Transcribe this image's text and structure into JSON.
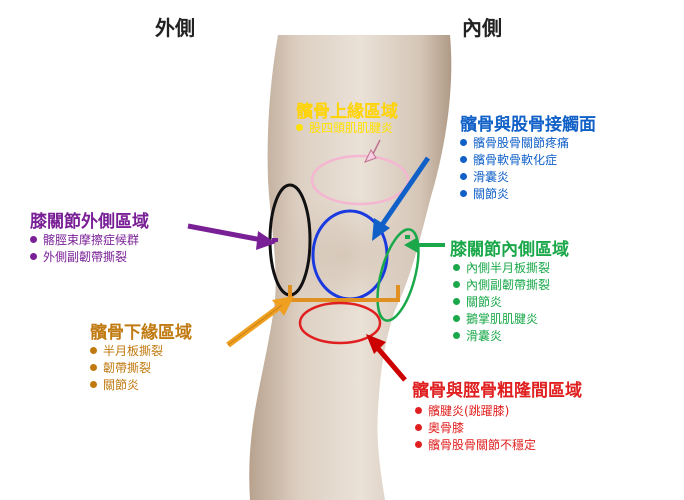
{
  "header": {
    "lateral": "外側",
    "medial": "內側"
  },
  "regions": {
    "superior": {
      "title": "髕骨上緣區域",
      "color": "#ffe000",
      "items": [
        "股四頭肌肌腱炎"
      ]
    },
    "patellofemoral": {
      "title": "髕骨與股骨接觸面",
      "color": "#1060c8",
      "items": [
        "髕骨股骨關節疼痛",
        "髕骨軟骨軟化症",
        "滑囊炎",
        "關節炎"
      ]
    },
    "lateral": {
      "title": "膝關節外側區域",
      "color": "#7a2096",
      "items": [
        "髂脛束摩擦症候群",
        "外側副韌帶撕裂"
      ]
    },
    "medial": {
      "title": "膝關節內側區域",
      "color": "#1aa84a",
      "items": [
        "內側半月板撕裂",
        "內側副韌帶撕裂",
        "關節炎",
        "鵝掌肌肌腱炎",
        "滑囊炎"
      ]
    },
    "inferior": {
      "title": "髕骨下緣區域",
      "color": "#c07a10",
      "items": [
        "半月板撕裂",
        "韌帶撕裂",
        "關節炎"
      ]
    },
    "tibial": {
      "title": "髕骨與脛骨粗隆間區域",
      "color": "#e02020",
      "items": [
        "髕腱炎(跳躍膝)",
        "奧骨膝",
        "髕骨股骨關節不穩定"
      ]
    }
  }
}
